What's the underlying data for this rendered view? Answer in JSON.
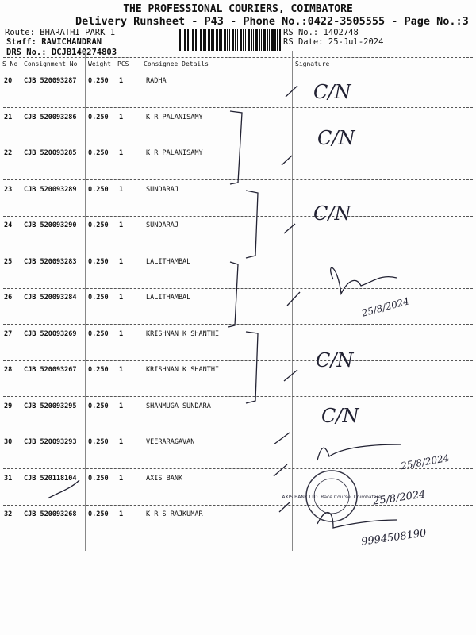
{
  "header": {
    "title": "THE PROFESSIONAL COURIERS, COIMBATORE",
    "subtitle": "Delivery Runsheet - P43 - Phone No.:0422-3505555 - Page No.:3",
    "route": "Route: BHARATHI PARK 1",
    "staff": "Staff: RAVICHANDRAN",
    "drs": "DRS No.: DCJB140274803",
    "rs_no": "RS No.: 1402748",
    "rs_date": "RS Date: 25-Jul-2024"
  },
  "columns": [
    "S No",
    "Consignment No",
    "Weight",
    "PCS",
    "Consignee Details",
    "Signature"
  ],
  "rows": [
    {
      "sno": "20",
      "cn": "CJB 520093287",
      "w": "0.250",
      "p": "1",
      "name": "RADHA"
    },
    {
      "sno": "21",
      "cn": "CJB 520093286",
      "w": "0.250",
      "p": "1",
      "name": "K R PALANISAMY"
    },
    {
      "sno": "22",
      "cn": "CJB 520093285",
      "w": "0.250",
      "p": "1",
      "name": "K R PALANISAMY"
    },
    {
      "sno": "23",
      "cn": "CJB 520093289",
      "w": "0.250",
      "p": "1",
      "name": "SUNDARAJ"
    },
    {
      "sno": "24",
      "cn": "CJB 520093290",
      "w": "0.250",
      "p": "1",
      "name": "SUNDARAJ"
    },
    {
      "sno": "25",
      "cn": "CJB 520093283",
      "w": "0.250",
      "p": "1",
      "name": "LALITHAMBAL"
    },
    {
      "sno": "26",
      "cn": "CJB 520093284",
      "w": "0.250",
      "p": "1",
      "name": "LALITHAMBAL"
    },
    {
      "sno": "27",
      "cn": "CJB 520093269",
      "w": "0.250",
      "p": "1",
      "name": "KRISHNAN K SHANTHI"
    },
    {
      "sno": "28",
      "cn": "CJB 520093267",
      "w": "0.250",
      "p": "1",
      "name": "KRISHNAN K SHANTHI"
    },
    {
      "sno": "29",
      "cn": "CJB 520093295",
      "w": "0.250",
      "p": "1",
      "name": "SHANMUGA SUNDARA"
    },
    {
      "sno": "30",
      "cn": "CJB 520093293",
      "w": "0.250",
      "p": "1",
      "name": "VEERARAGAVAN"
    },
    {
      "sno": "31",
      "cn": "CJB 520118104",
      "w": "0.250",
      "p": "1",
      "name": "AXIS BANK"
    },
    {
      "sno": "32",
      "cn": "CJB 520093268",
      "w": "0.250",
      "p": "1",
      "name": "K R S RAJKUMAR"
    }
  ],
  "handwriting": {
    "cin": "C/N",
    "date1": "25/8/2024",
    "date2": "25/8/2024",
    "date3": "25/8/2024",
    "phone": "9994508190"
  },
  "stamp": {
    "text": "AXIS BANK LTD. Race Course, Coimbatore"
  }
}
